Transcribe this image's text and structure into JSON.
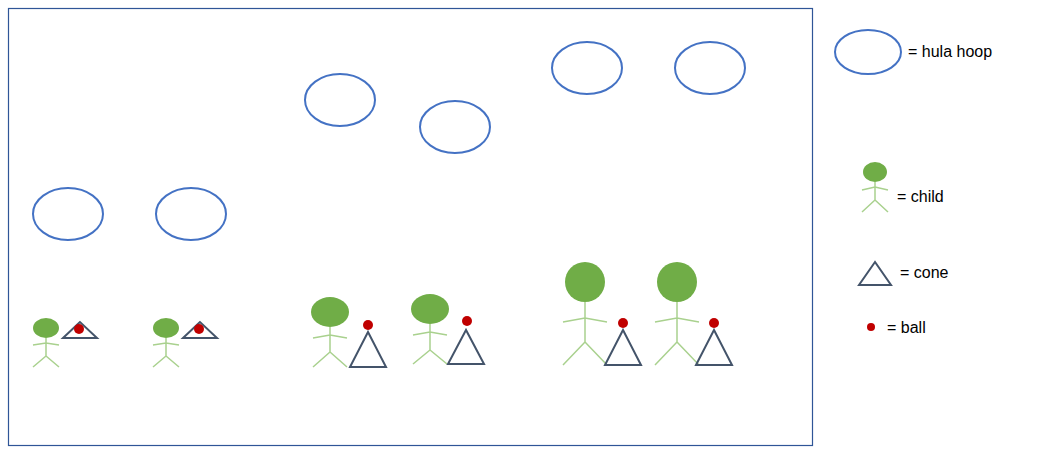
{
  "diagram": {
    "legend": [
      {
        "text": "= hula hoop"
      },
      {
        "text": "= child"
      },
      {
        "text": "= cone"
      },
      {
        "text": "= ball"
      }
    ]
  }
}
